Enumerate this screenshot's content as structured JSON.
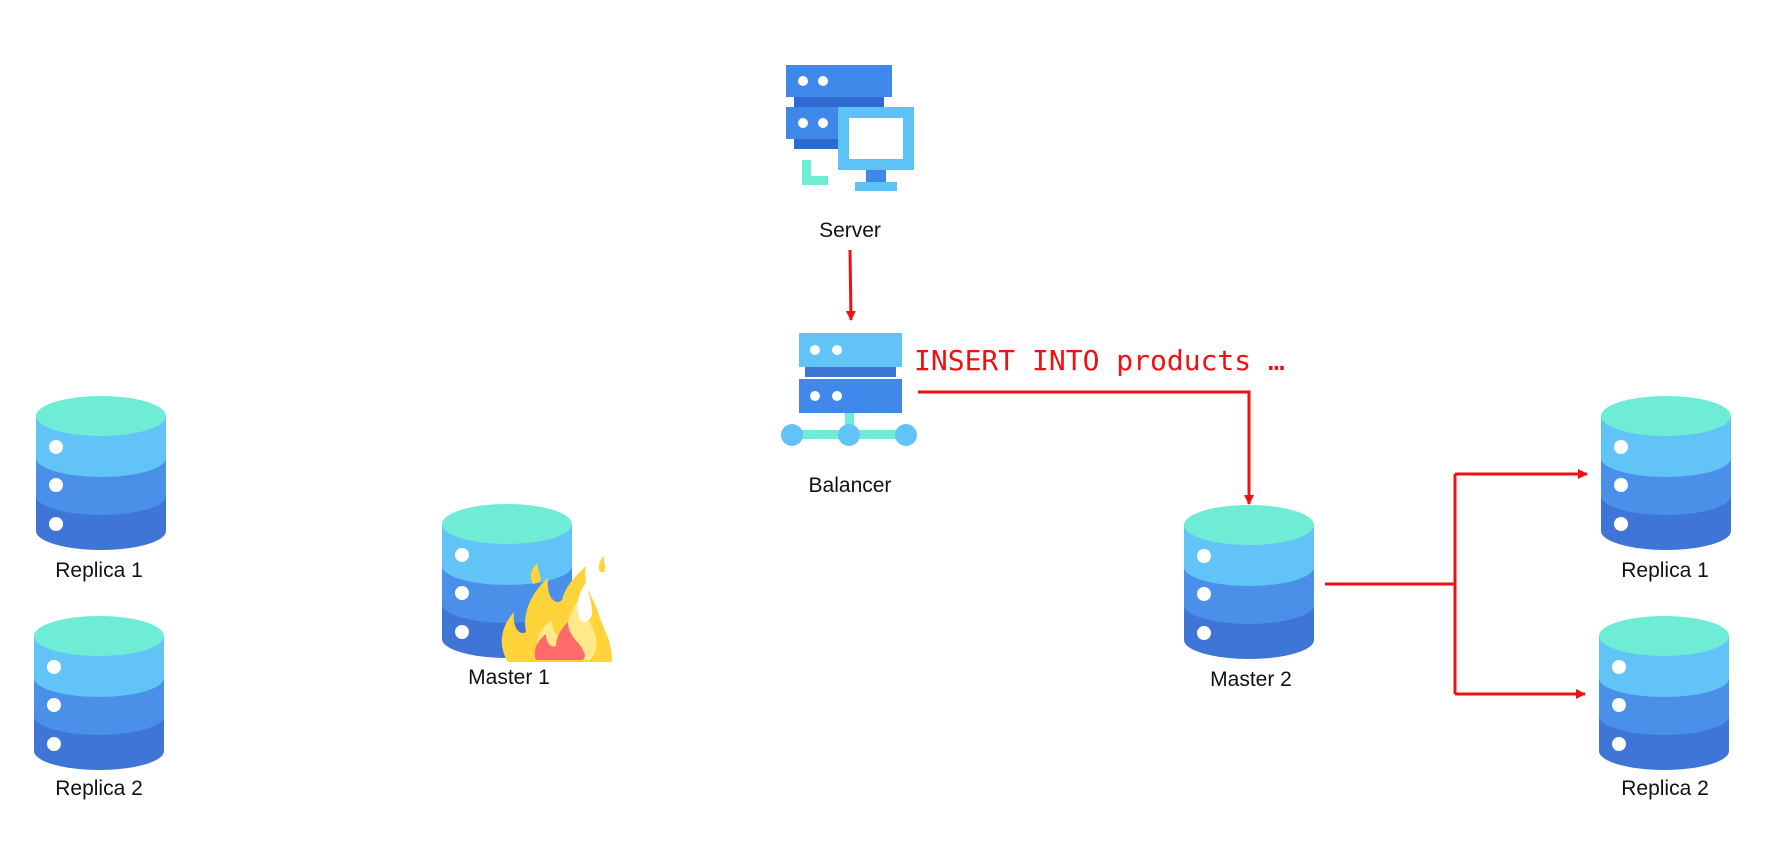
{
  "diagram": {
    "nodes": {
      "server": {
        "label": "Server",
        "icon": "server-computer-icon"
      },
      "balancer": {
        "label": "Balancer",
        "icon": "load-balancer-icon"
      },
      "left_replica_1": {
        "label": "Replica 1",
        "icon": "database-icon"
      },
      "left_replica_2": {
        "label": "Replica 2",
        "icon": "database-icon"
      },
      "master_1": {
        "label": "Master 1",
        "icon": "database-icon",
        "status_icon": "fire-icon"
      },
      "master_2": {
        "label": "Master 2",
        "icon": "database-icon"
      },
      "right_replica_1": {
        "label": "Replica 1",
        "icon": "database-icon"
      },
      "right_replica_2": {
        "label": "Replica 2",
        "icon": "database-icon"
      }
    },
    "query": "INSERT INTO products …",
    "edges": [
      {
        "from": "server",
        "to": "balancer"
      },
      {
        "from": "balancer",
        "to": "master_2"
      },
      {
        "from": "master_2",
        "to": "right_replica_1"
      },
      {
        "from": "master_2",
        "to": "right_replica_2"
      }
    ]
  },
  "colors": {
    "arrow": "#ee1111",
    "query_text": "#ee1111",
    "db_top": "#6eecd5",
    "db_upper": "#62c3f7",
    "db_middle": "#4a8fe8",
    "db_bottom": "#3e75d6",
    "server_blue": "#3f88ea",
    "server_dark": "#2f6ad0",
    "monitor_light": "#5dc2f5",
    "accent_mint": "#6eecd5",
    "fire_outer": "#ffd43b",
    "fire_mid": "#ffe98a",
    "fire_inner": "#ff6b6b"
  }
}
